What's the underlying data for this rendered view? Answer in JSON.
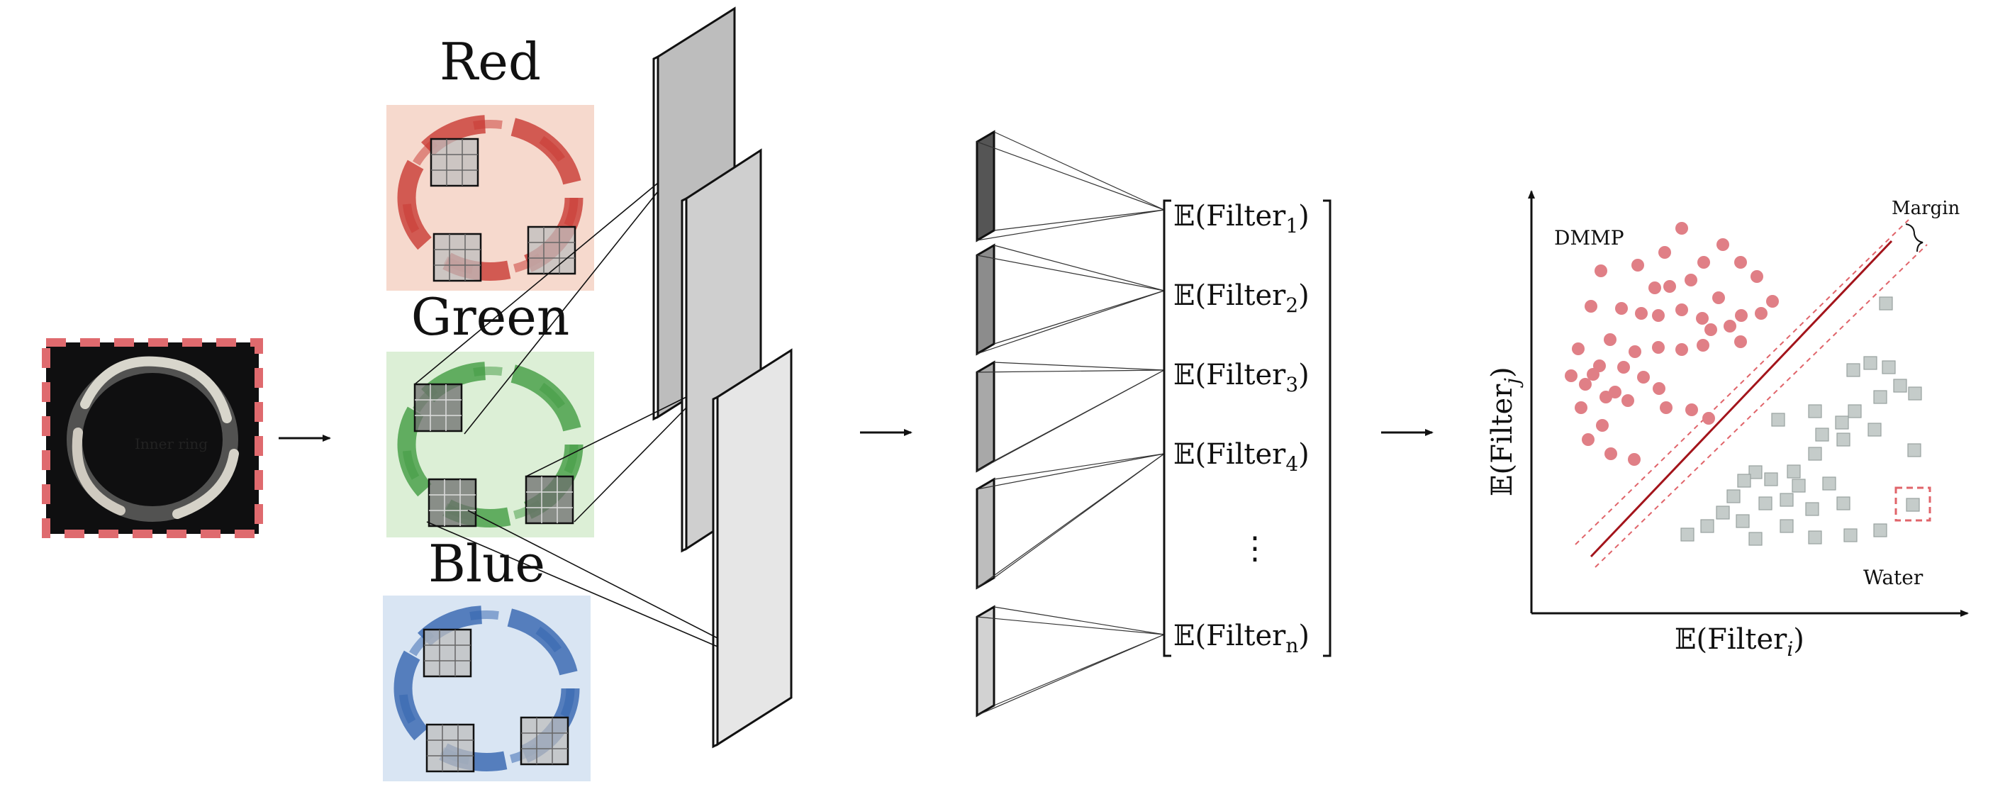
{
  "input_image": {
    "overlay_text": "Inner ring"
  },
  "channels": [
    {
      "label": "Red",
      "tint": "#f6d9cd",
      "ink": "#c8362f"
    },
    {
      "label": "Green",
      "tint": "#dcefd6",
      "ink": "#3f9a3f"
    },
    {
      "label": "Blue",
      "tint": "#d9e5f3",
      "ink": "#2f62ad"
    }
  ],
  "features": {
    "items": [
      {
        "prefix": "𝔼(Filter",
        "sub": "1",
        "suffix": ")"
      },
      {
        "prefix": "𝔼(Filter",
        "sub": "2",
        "suffix": ")"
      },
      {
        "prefix": "𝔼(Filter",
        "sub": "3",
        "suffix": ")"
      },
      {
        "prefix": "𝔼(Filter",
        "sub": "4",
        "suffix": ")"
      },
      {
        "prefix": "𝔼(Filter",
        "sub": "n",
        "suffix": ")"
      }
    ],
    "ellipsis": "⋮"
  },
  "classifier": {
    "x_label": {
      "prefix": "𝔼(Filter",
      "sub": "i",
      "suffix": ")"
    },
    "y_label": {
      "prefix": "𝔼(Filter",
      "sub": "j",
      "suffix": ")"
    },
    "class_a": "DMMP",
    "class_b": "Water",
    "margin_label": "Margin",
    "class_a_color": "#e07f86",
    "class_b_color": "#c5ccca",
    "boundary_color": "#a3141b",
    "margin_color": "#e0646a"
  },
  "colors": {
    "input_border": "#df6a6e",
    "plate_dark": "#bdbdbd",
    "plate_mid": "#cfcfcf",
    "plate_light": "#e6e6e6"
  }
}
